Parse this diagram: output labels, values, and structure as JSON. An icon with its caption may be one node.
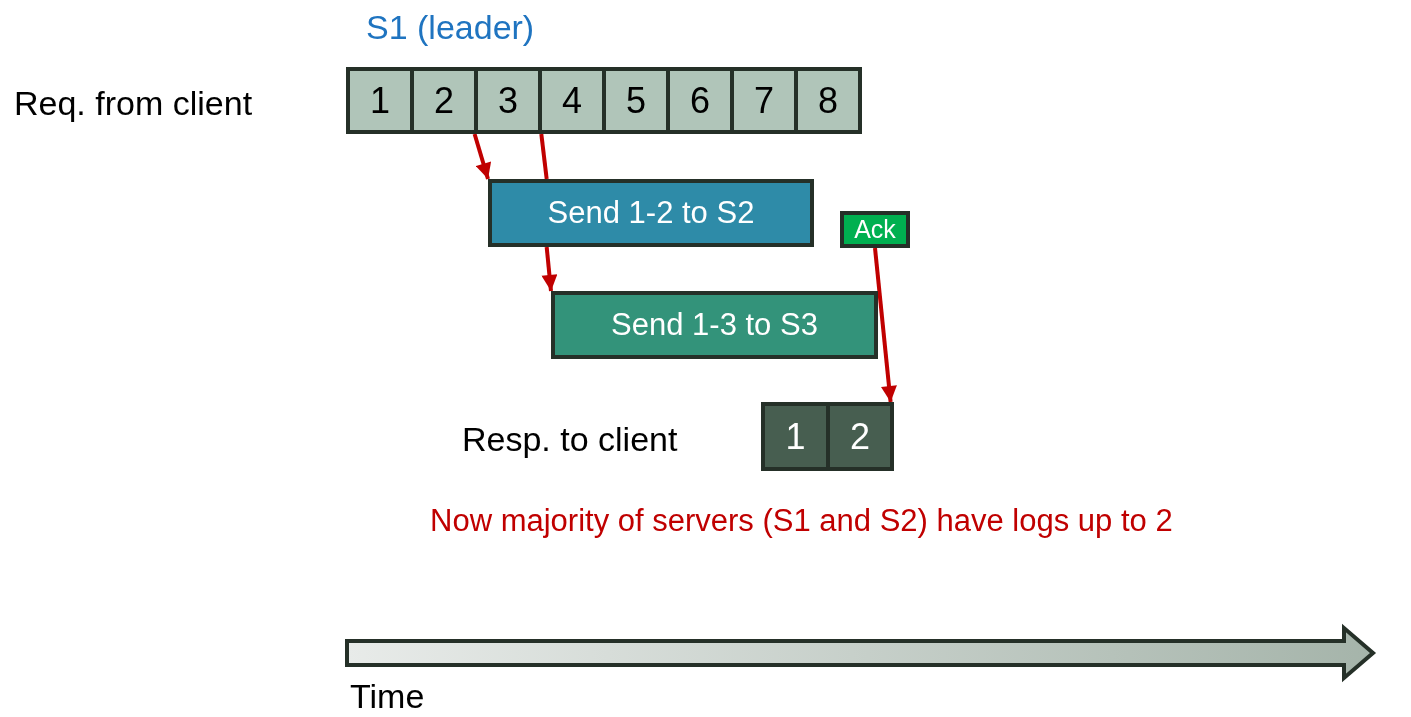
{
  "diagram": {
    "nodes": [
      {
        "text": [
          "1"
        ]
      },
      {
        "text": [
          "2"
        ]
      },
      {
        "text": [
          "3"
        ]
      },
      {
        "text": [
          "4"
        ]
      },
      {
        "text": [
          "5"
        ]
      },
      {
        "text": [
          "6"
        ]
      },
      {
        "text": [
          "7"
        ]
      },
      {
        "text": [
          "8"
        ]
      },
      {
        "text": [
          "Send 1-2 to S2"
        ]
      },
      {
        "text": [
          "Send 1-3 to S3"
        ]
      },
      {
        "text": [
          "Ack"
        ]
      },
      {
        "text": [
          "1"
        ]
      },
      {
        "text": [
          "2"
        ]
      }
    ],
    "edges": [
      {
        "from": 1,
        "to": 8,
        "arrow": "to"
      },
      {
        "from": 2,
        "to": 8,
        "arrow": "none"
      },
      {
        "from": 8,
        "to": 9,
        "arrow": "to"
      },
      {
        "from": 10,
        "to": 12,
        "arrow": "to"
      }
    ],
    "labels": [
      "S1 (leader)",
      "Req. from client",
      "Resp. to client",
      "Now majority of servers (S1 and S2) have logs up to 2",
      "Time"
    ]
  }
}
